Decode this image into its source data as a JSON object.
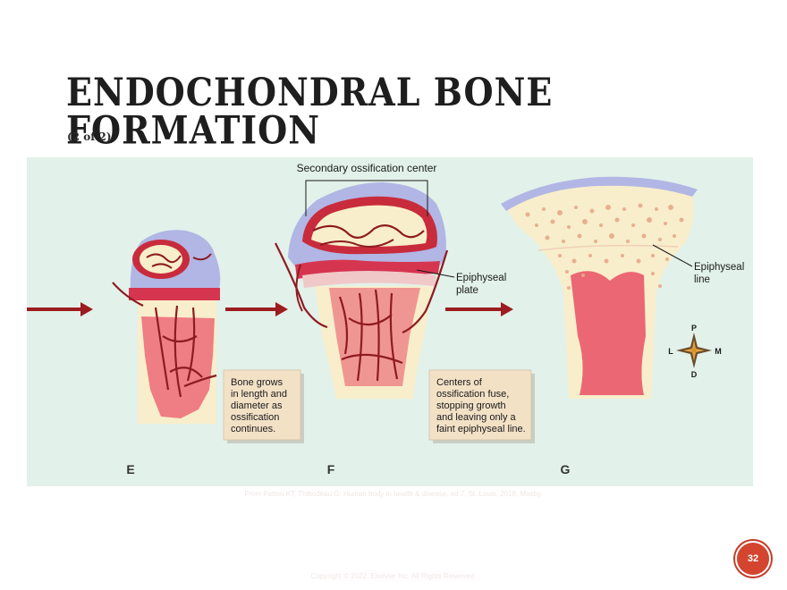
{
  "title": "ENDOCHONDRAL BONE FORMATION",
  "subtitle": "(2 of 2)",
  "labels": {
    "secondary_center": "Secondary ossification center",
    "epiphyseal_plate": [
      "Epiphyseal",
      "plate"
    ],
    "epiphyseal_line": [
      "Epiphyseal",
      "line"
    ]
  },
  "captions": {
    "bone_grows": [
      "Bone grows",
      "in length and",
      "diameter as",
      "ossification",
      "continues."
    ],
    "centers_fuse": [
      "Centers of",
      "ossification fuse,",
      "stopping growth",
      "and leaving only a",
      "faint epiphyseal line."
    ]
  },
  "stages": [
    "E",
    "F",
    "G"
  ],
  "compass": {
    "p": "P",
    "d": "D",
    "l": "L",
    "m": "M"
  },
  "citation": "From Patton KT, Thibodeau G: Human body in health & disease, ed 7, St. Louis, 2018, Mosby.",
  "copyright": "Copyright © 2022, Elsevier Inc. All Rights Reserved.",
  "slide_number": "32",
  "colors": {
    "background": "#e2f1ea",
    "bone": "#f8eecb",
    "marrow": "#e94f64",
    "vessel": "#8e1b20",
    "cartilage": "#b1b6e4",
    "arrow": "#9c1c1f"
  }
}
